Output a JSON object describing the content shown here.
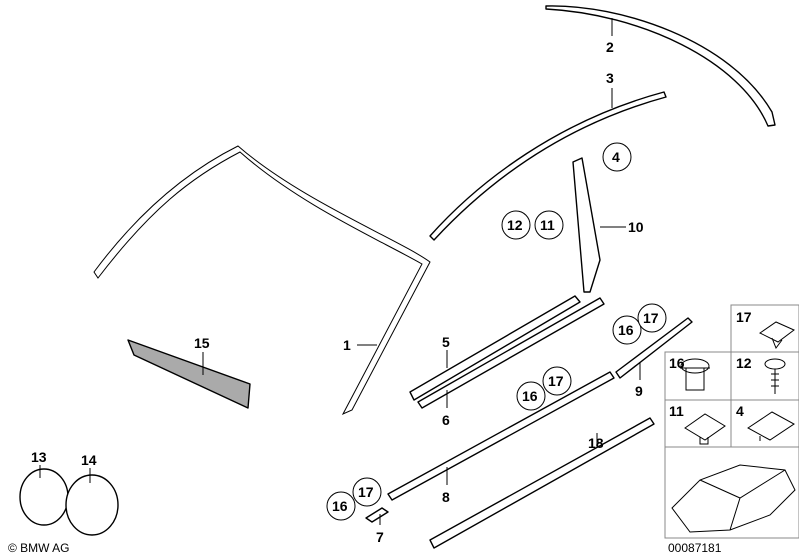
{
  "diagram": {
    "callouts": {
      "c1": "1",
      "c2": "2",
      "c3": "3",
      "c4": "4",
      "c5": "5",
      "c6": "6",
      "c7": "7",
      "c8": "8",
      "c9": "9",
      "c10": "10",
      "c11": "11",
      "c12": "12",
      "c13": "13",
      "c14": "14",
      "c15": "15",
      "c16": "16",
      "c17": "17",
      "c18": "18"
    },
    "inset_labels": {
      "i17": "17",
      "i16": "16",
      "i12": "12",
      "i11": "11",
      "i4": "4"
    },
    "copyright": "© BMW AG",
    "drawing_number": "00087181"
  }
}
